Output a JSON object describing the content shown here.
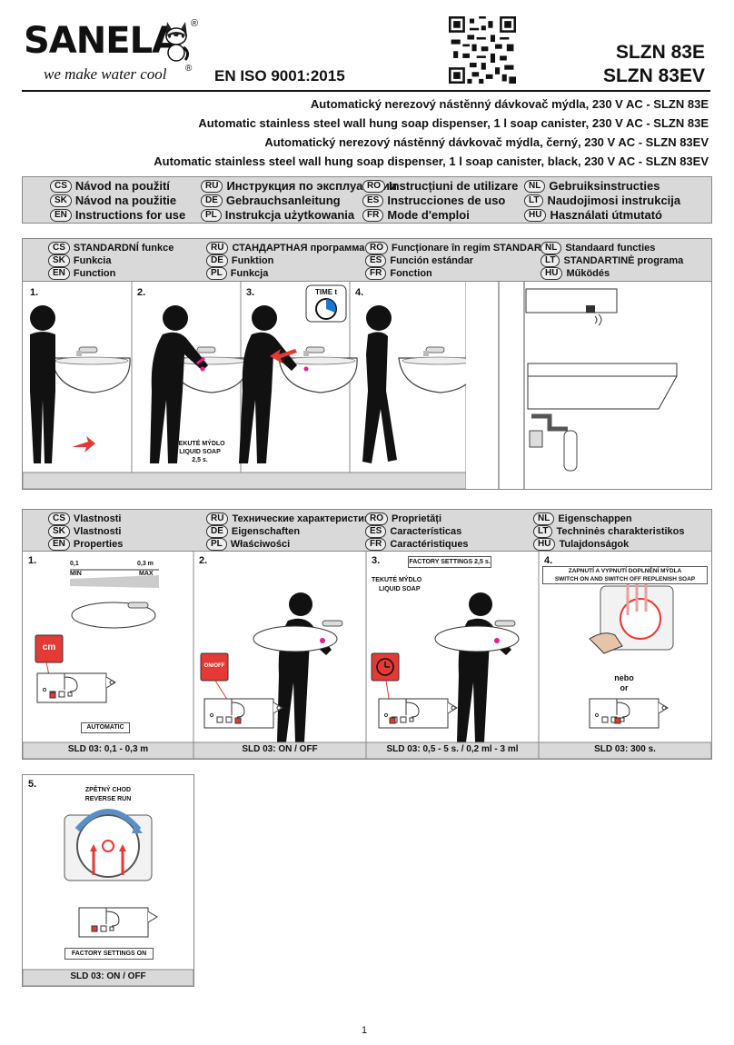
{
  "brand": {
    "name": "SANELA",
    "tagline": "we make water cool",
    "reg": "®"
  },
  "iso": "EN ISO 9001:2015",
  "models": [
    "SLZN 83E",
    "SLZN 83EV"
  ],
  "descriptions": [
    "Automatický nerezový nástěnný dávkovač mýdla, 230 V AC - SLZN 83E",
    "Automatic stainless steel wall hung soap dispenser, 1 l soap canister, 230 V AC - SLZN 83E",
    "Automatický nerezový nástěnný dávkovač mýdla, černý, 230 V AC - SLZN 83EV",
    "Automatic stainless steel wall hung soap dispenser, 1 l soap canister, black, 230 V AC - SLZN 83EV"
  ],
  "instructions": [
    {
      "code": "CS",
      "text": "Návod na použití"
    },
    {
      "code": "SK",
      "text": "Návod na použitie"
    },
    {
      "code": "EN",
      "text": "Instructions for use"
    },
    {
      "code": "RU",
      "text": "Инструкция по эксплуатации"
    },
    {
      "code": "DE",
      "text": "Gebrauchsanleitung"
    },
    {
      "code": "PL",
      "text": "Instrukcja użytkowania"
    },
    {
      "code": "RO",
      "text": "Instrucțiuni de utilizare"
    },
    {
      "code": "ES",
      "text": "Instrucciones de uso"
    },
    {
      "code": "FR",
      "text": "Mode d'emploi"
    },
    {
      "code": "NL",
      "text": "Gebruiksinstructies"
    },
    {
      "code": "LT",
      "text": "Naudojimosi instrukcija"
    },
    {
      "code": "HU",
      "text": "Használati útmutató"
    }
  ],
  "function": [
    {
      "code": "CS",
      "text": "STANDARDNÍ funkce"
    },
    {
      "code": "SK",
      "text": "Funkcia"
    },
    {
      "code": "EN",
      "text": "Function"
    },
    {
      "code": "RU",
      "text": "СТАНДАРТНАЯ программа"
    },
    {
      "code": "DE",
      "text": "Funktion"
    },
    {
      "code": "PL",
      "text": "Funkcja"
    },
    {
      "code": "RO",
      "text": "Funcționare în regim STANDARD"
    },
    {
      "code": "ES",
      "text": "Función estándar"
    },
    {
      "code": "FR",
      "text": "Fonction"
    },
    {
      "code": "NL",
      "text": "Standaard functies"
    },
    {
      "code": "LT",
      "text": "STANDARTINĖ programa"
    },
    {
      "code": "HU",
      "text": "Működés"
    }
  ],
  "function_steps": {
    "n1": "1.",
    "n2": "2.",
    "n3": "3.",
    "n4": "4.",
    "time": "TIME t",
    "soap_cs": "TEKUTÉ MÝDLO",
    "soap_en": "LIQUID SOAP",
    "soap_time": "2,5 s."
  },
  "properties": [
    {
      "code": "CS",
      "text": "Vlastnosti"
    },
    {
      "code": "SK",
      "text": "Vlastnosti"
    },
    {
      "code": "EN",
      "text": "Properties"
    },
    {
      "code": "RU",
      "text": "Технические характеристики"
    },
    {
      "code": "DE",
      "text": "Eigenschaften"
    },
    {
      "code": "PL",
      "text": "Właściwości"
    },
    {
      "code": "RO",
      "text": "Proprietăți"
    },
    {
      "code": "ES",
      "text": "Características"
    },
    {
      "code": "FR",
      "text": "Caractéristiques"
    },
    {
      "code": "NL",
      "text": "Eigenschappen"
    },
    {
      "code": "LT",
      "text": "Techninės charakteristikos"
    },
    {
      "code": "HU",
      "text": "Tulajdonságok"
    }
  ],
  "props": {
    "n1": "1.",
    "n2": "2.",
    "n3": "3.",
    "n4": "4.",
    "n5": "5.",
    "range_min_val": "0,1",
    "range_max_val": "0,3 m",
    "range_min": "MIN",
    "range_max": "MAX",
    "cm": "cm",
    "automatic": "AUTOMATIC",
    "onoff": "ON/OFF",
    "factory_25": "FACTORY SETTINGS 2,5 s.",
    "soap_cs": "TEKUTÉ MÝDLO",
    "soap_en": "LIQUID SOAP",
    "replenish_cs": "ZAPNUTÍ A VYPNUTÍ DOPLNĚNÍ MÝDLA",
    "replenish_en": "SWITCH ON AND SWITCH OFF REPLENISH SOAP",
    "nebo": "nebo",
    "or": "or",
    "reverse_cs": "ZPĚTNÝ CHOD",
    "reverse_en": "REVERSE RUN",
    "factory_on": "FACTORY SETTINGS ON",
    "foot1": "SLD 03: 0,1 - 0,3 m",
    "foot2": "SLD 03: ON / OFF",
    "foot3": "SLD 03: 0,5 - 5 s. / 0,2 ml - 3 ml",
    "foot4": "SLD 03: 300 s.",
    "foot5": "SLD 03: ON / OFF"
  },
  "page": "1"
}
